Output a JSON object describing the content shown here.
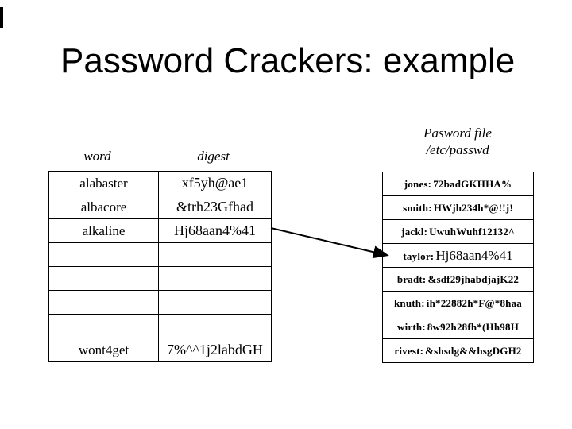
{
  "slide": {
    "title": "Password Crackers: example"
  },
  "left_table": {
    "headers": {
      "word": "word",
      "digest": "digest"
    },
    "rows": [
      {
        "word": "alabaster",
        "digest": "xf5yh@ae1"
      },
      {
        "word": "albacore",
        "digest": "&trh23Gfhad"
      },
      {
        "word": "alkaline",
        "digest": "Hj68aan4%41"
      },
      {
        "word": "",
        "digest": ""
      },
      {
        "word": "",
        "digest": ""
      },
      {
        "word": "",
        "digest": ""
      },
      {
        "word": "",
        "digest": ""
      },
      {
        "word": "wont4get",
        "digest": "7%^^1j2labdGH"
      }
    ]
  },
  "password_file": {
    "title_line1": "Pasword file",
    "title_line2": "/etc/passwd",
    "rows": [
      {
        "label": "jones:",
        "hash": "72badGKHHA%",
        "emphasis": false
      },
      {
        "label": "smith:",
        "hash": "HWjh234h*@!!j!",
        "emphasis": false
      },
      {
        "label": "jackl:",
        "hash": "UwuhWuhf12132^",
        "emphasis": false
      },
      {
        "label": "taylor:",
        "hash": "Hj68aan4%41",
        "emphasis": true
      },
      {
        "label": "bradt:",
        "hash": "&sdf29jhabdjajK22",
        "emphasis": false
      },
      {
        "label": "knuth:",
        "hash": "ih*22882h*F@*8haa",
        "emphasis": false
      },
      {
        "label": "wirth:",
        "hash": "8w92h28fh*(Hh98H",
        "emphasis": false
      },
      {
        "label": "rivest:",
        "hash": "&shsdg&&hsgDGH2",
        "emphasis": false
      }
    ]
  },
  "colors": {
    "foreground": "#000000",
    "background": "#ffffff"
  }
}
